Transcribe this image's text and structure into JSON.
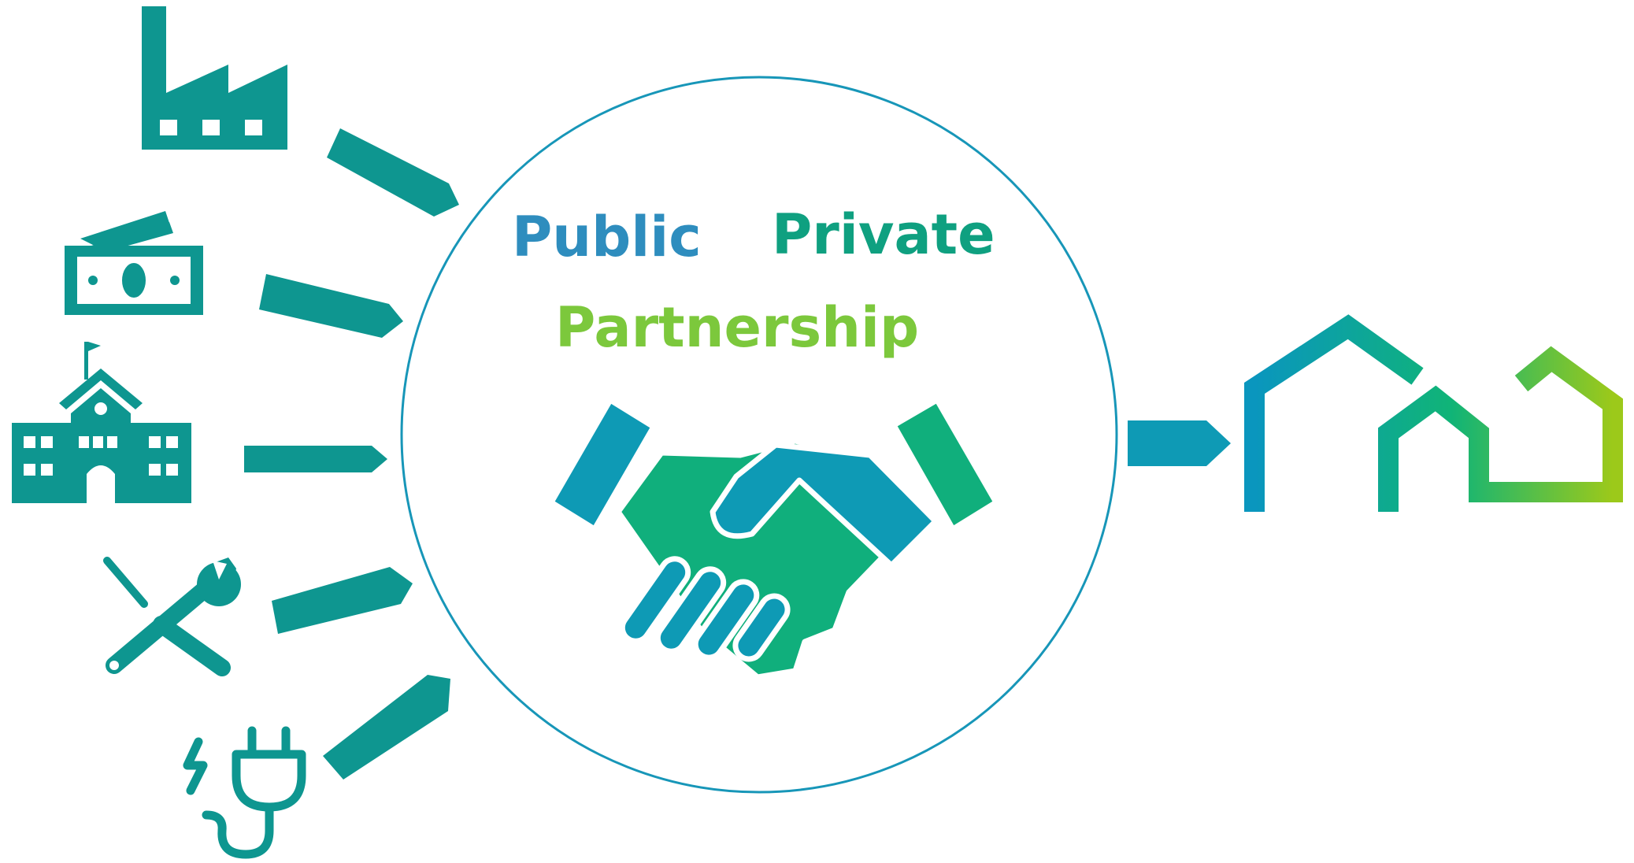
{
  "title": {
    "public": "Public",
    "private": "Private",
    "partnership": "Partnership"
  },
  "colors": {
    "teal": "#0E9690",
    "public_blue": "#2E8DBE",
    "private_green": "#0FA080",
    "partnership_green": "#7CC83C",
    "hand_blue": "#0E9AB5",
    "hand_green": "#10AF7C",
    "circle_stroke": "#1796B8",
    "houses_gradient": [
      "#0A96BE",
      "#10B477",
      "#9CC91A"
    ]
  },
  "inputs": [
    {
      "icon": "factory-icon"
    },
    {
      "icon": "money-icon"
    },
    {
      "icon": "school-icon"
    },
    {
      "icon": "tools-icon"
    },
    {
      "icon": "power-plug-icon"
    }
  ],
  "center_icon": "handshake-icon",
  "output_icon": "houses-icon"
}
